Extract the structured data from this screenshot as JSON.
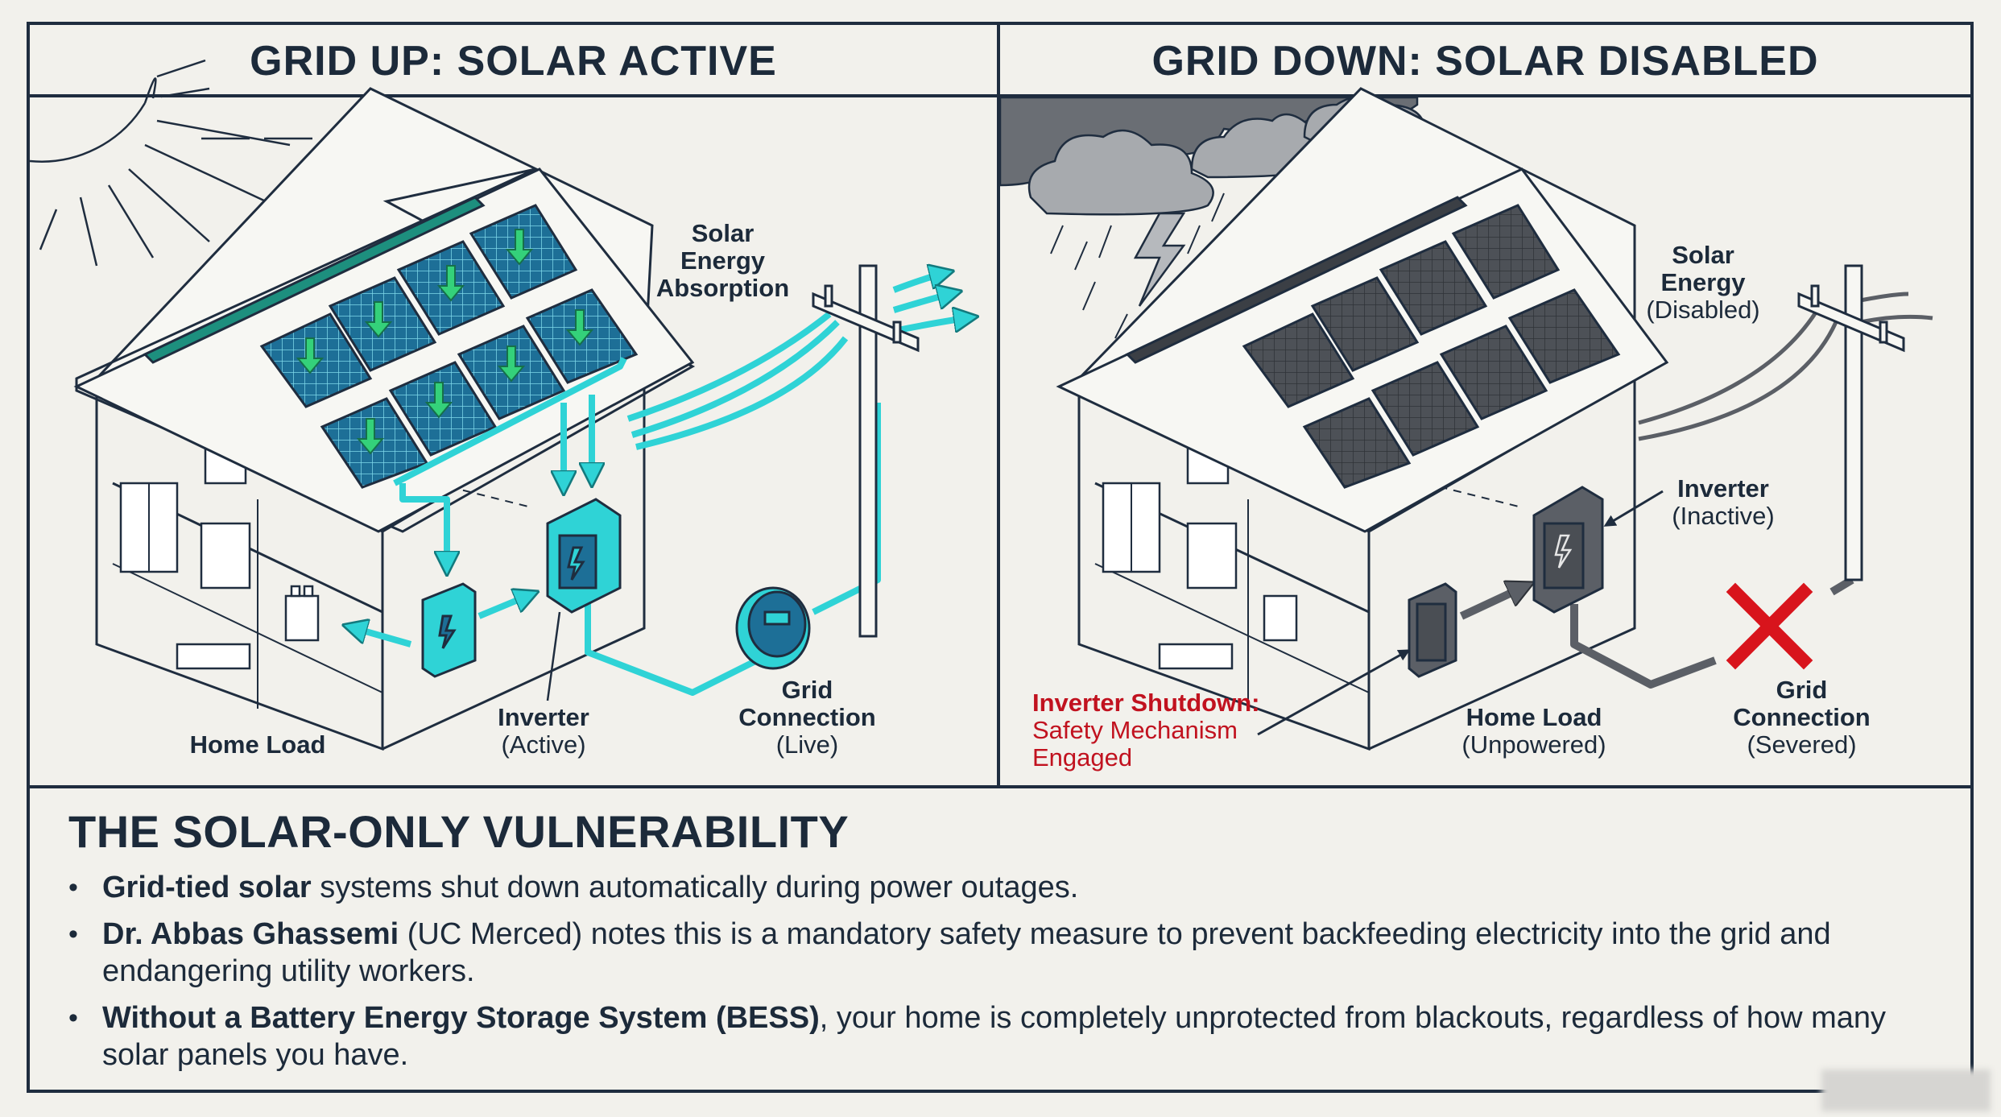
{
  "panels": {
    "left": {
      "title": "GRID UP: SOLAR ACTIVE",
      "labels": {
        "solar_bold": "Solar",
        "solar_bold2": "Energy",
        "solar_bold3": "Absorption",
        "home_load": "Home Load",
        "inverter_bold": "Inverter",
        "inverter_state": "(Active)",
        "grid_bold": "Grid",
        "grid_bold2": "Connection",
        "grid_state": "(Live)"
      }
    },
    "right": {
      "title": "GRID DOWN: SOLAR DISABLED",
      "labels": {
        "solar_bold": "Solar",
        "solar_bold2": "Energy",
        "solar_state": "(Disabled)",
        "inverter_bold": "Inverter",
        "inverter_state": "(Inactive)",
        "shutdown_bold": "Inverter Shutdown:",
        "shutdown_line2": "Safety Mechanism",
        "shutdown_line3": "Engaged",
        "home_bold": "Home Load",
        "home_state": "(Unpowered)",
        "grid_bold": "Grid",
        "grid_bold2": "Connection",
        "grid_state": "(Severed)"
      }
    }
  },
  "summary": {
    "title": "THE SOLAR-ONLY VULNERABILITY",
    "bullets": [
      {
        "bold": "Grid-tied solar",
        "text": " systems shut down automatically during power outages."
      },
      {
        "bold": "Dr. Abbas Ghassemi",
        "text": " (UC Merced) notes this is a mandatory safety measure to prevent backfeeding electricity into the grid and endangering utility workers."
      },
      {
        "bold": "Without a Battery Energy Storage System (BESS)",
        "text": ", your home is completely unprotected from blackouts, regardless of how many solar panels you have."
      }
    ]
  },
  "colors": {
    "active": "#2fd3d6",
    "panel_active": "#1e5f86",
    "arrow_green": "#34d17a",
    "inactive": "#5b5f66",
    "danger": "#d8141c",
    "ink": "#1f2d3f"
  },
  "icons": [
    "sun-icon",
    "storm-cloud-icon",
    "lightning-icon",
    "utility-pole-icon",
    "inverter-icon",
    "meter-icon",
    "battery-icon",
    "severed-x-icon"
  ]
}
